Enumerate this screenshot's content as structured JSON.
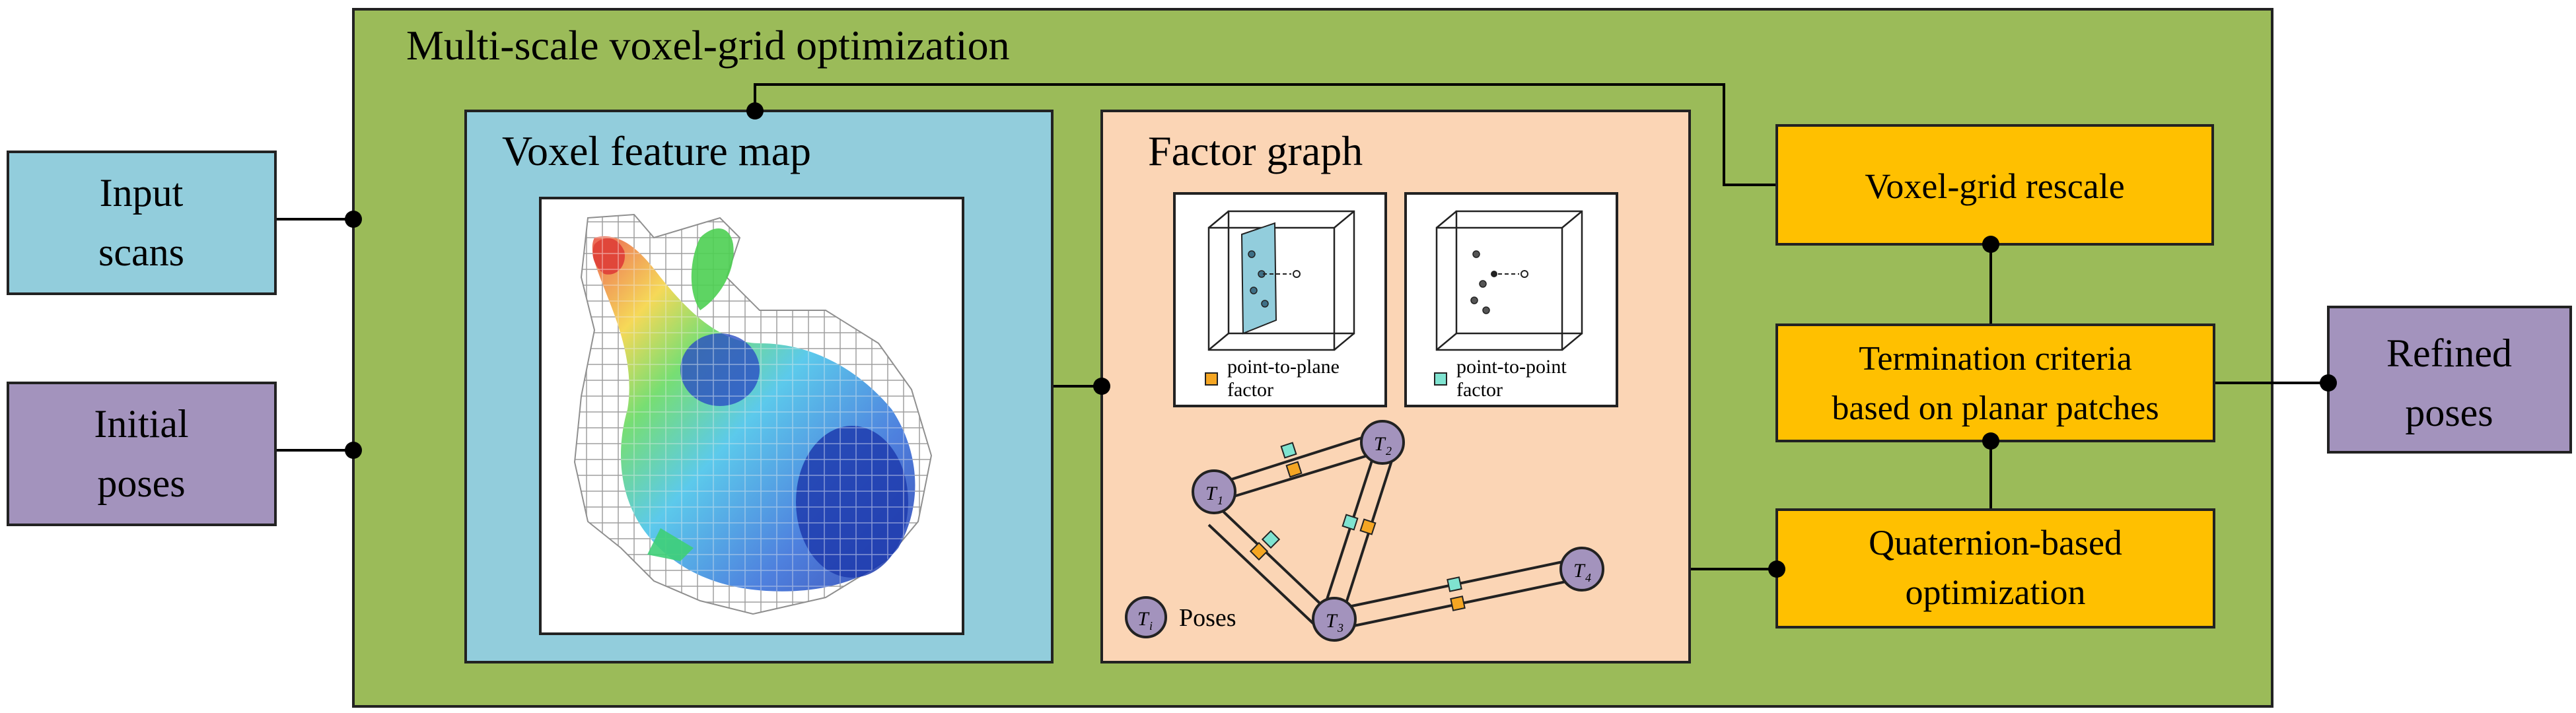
{
  "outer": {
    "title": "Multi-scale voxel-grid optimization"
  },
  "inputs": {
    "scans": [
      "Input",
      "scans"
    ],
    "poses": [
      "Initial",
      "poses"
    ]
  },
  "output": {
    "label": [
      "Refined",
      "poses"
    ]
  },
  "voxel_panel": {
    "title": "Voxel feature map"
  },
  "factor_panel": {
    "title": "Factor graph",
    "plane_factor_label": [
      "point-to-plane",
      "factor"
    ],
    "point_factor_label": [
      "point-to-point",
      "factor"
    ],
    "nodes": [
      {
        "letter": "T",
        "sub": "1"
      },
      {
        "letter": "T",
        "sub": "2"
      },
      {
        "letter": "T",
        "sub": "3"
      },
      {
        "letter": "T",
        "sub": "4"
      }
    ],
    "legend": {
      "letter": "T",
      "sub": "i",
      "label": "Poses"
    }
  },
  "right_boxes": {
    "rescale": [
      "Voxel-grid rescale"
    ],
    "termination": [
      "Termination criteria",
      "based on planar patches"
    ],
    "optimization": [
      "Quaternion-based",
      "optimization"
    ]
  },
  "colors": {
    "outer_fill": "#9bbb59",
    "input_fill": "#92cddc",
    "pose_fill": "#a393bd",
    "voxel_panel_fill": "#92cddc",
    "factor_panel_fill": "#fbd5b5",
    "orange_fill": "#ffc000",
    "plane_factor": "#f5a623",
    "point_factor": "#7fe3d0",
    "node_fill": "#a393bd"
  }
}
